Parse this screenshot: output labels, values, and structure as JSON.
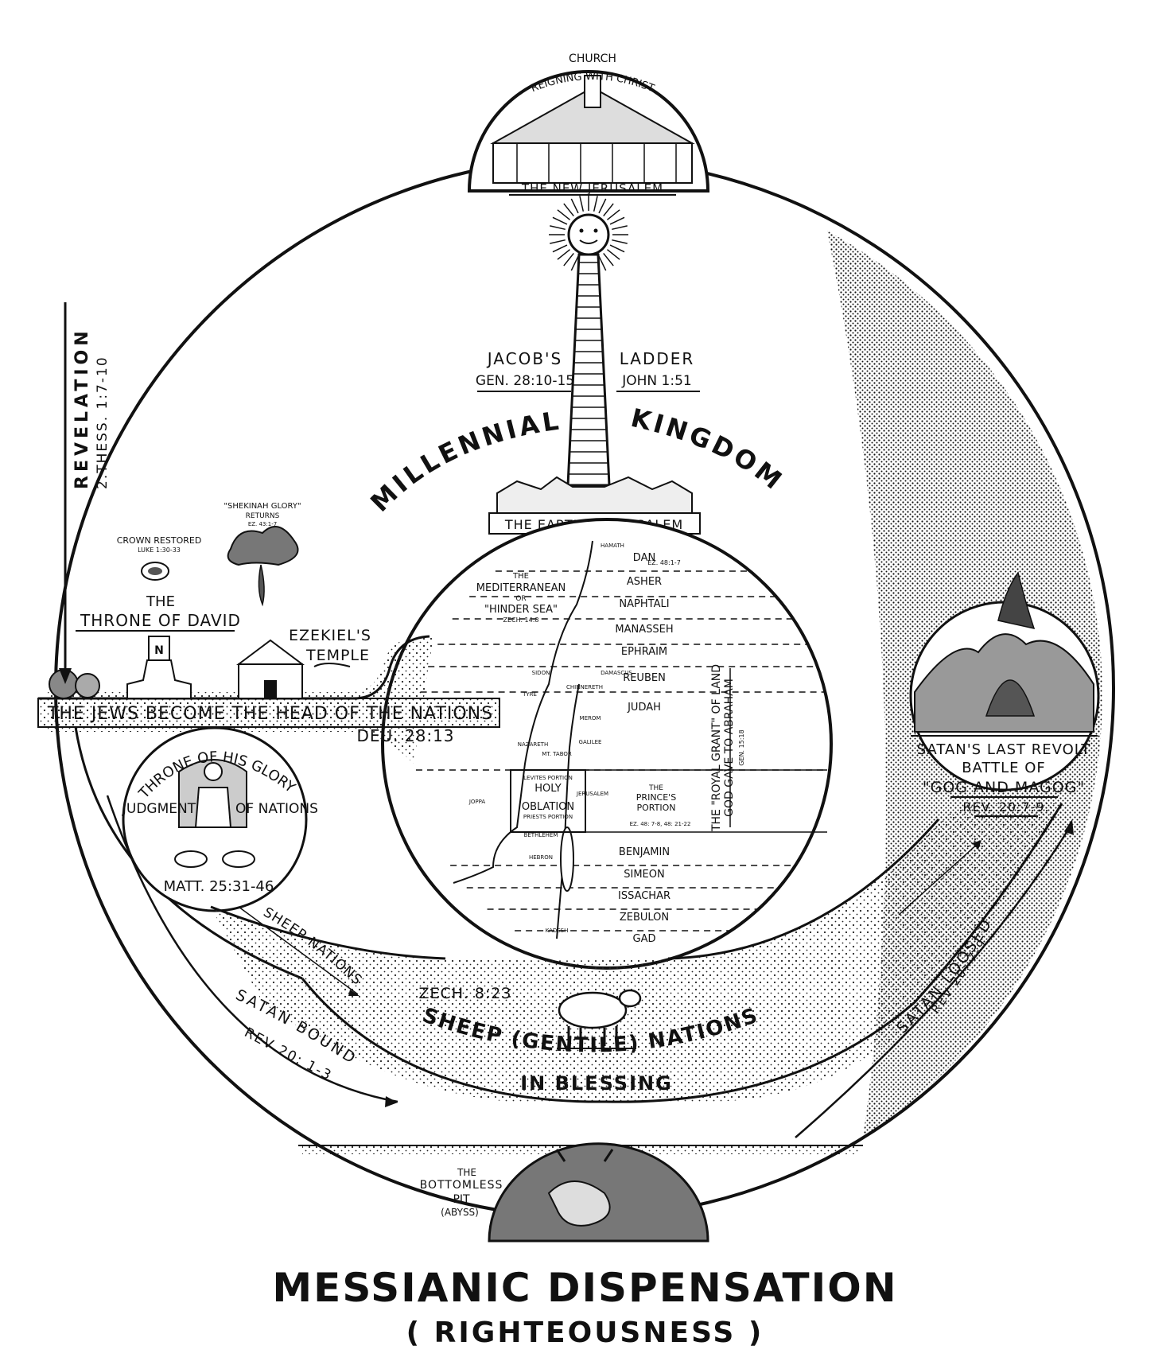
{
  "title": "MESSIANIC DISPENSATION",
  "subtitle": "( RIGHTEOUSNESS )",
  "top_dome": {
    "line1": "CHURCH",
    "line2": "REIGNING WITH CHRIST",
    "caption": "THE NEW JERUSALEM"
  },
  "ladder": {
    "left_word": "JACOB'S",
    "right_word": "LADDER",
    "left_ref": "GEN. 28:10-15",
    "right_ref": "JOHN 1:51"
  },
  "kingdom": {
    "word1": "MILLENNIAL",
    "word2": "KINGDOM",
    "earthly_jerusalem": "THE EARTHLY JERUSALEM"
  },
  "revelation": {
    "label": "REVELATION",
    "ref": "2.THESS. 1:7-10"
  },
  "left_platform": {
    "crown_label": "CROWN RESTORED",
    "crown_ref": "LUKE 1:30-33",
    "shekinah_label": "\"SHEKINAH GLORY\"",
    "shekinah_sub": "RETURNS",
    "shekinah_ref": "EZ. 43:1-7",
    "throne_line1": "THE",
    "throne_line2": "THRONE OF DAVID",
    "temple_line1": "EZEKIEL'S",
    "temple_line2": "TEMPLE",
    "band_text": "THE JEWS BECOME THE HEAD OF THE NATIONS",
    "band_ref": "DEU. 28:13"
  },
  "judgment": {
    "arc_text": "THRONE OF HIS GLORY",
    "left_word": "JUDGMENT",
    "right_word": "OF NATIONS",
    "ref": "MATT. 25:31-46"
  },
  "map": {
    "sea_line1": "THE",
    "sea_line2": "MEDITERRANEAN",
    "sea_line3": "OR",
    "sea_line4": "\"HINDER SEA\"",
    "sea_ref": "ZECH. 14:8",
    "tribes": [
      "DAN",
      "ASHER",
      "NAPHTALI",
      "MANASSEH",
      "EPHRAIM",
      "REUBEN",
      "JUDAH",
      "BENJAMIN",
      "SIMEON",
      "ISSACHAR",
      "ZEBULON",
      "GAD"
    ],
    "dan_ref": "EZ. 48:1-7",
    "holy_line1": "LEVITES PORTION",
    "holy_line2": "HOLY",
    "holy_line3": "OBLATION",
    "holy_line4": "PRIESTS PORTION",
    "prince_line1": "THE",
    "prince_line2": "PRINCE'S",
    "prince_line3": "PORTION",
    "prince_ref": "EZ. 48: 7-8, 48: 21-22",
    "places": [
      "HAMATH",
      "SIDON",
      "TYRE",
      "DAMASCUS",
      "CHINNERETH",
      "MEROM",
      "GALILEE",
      "NAZARETH",
      "MT. TABOR",
      "JOPPA",
      "JERUSALEM",
      "BETHLEHEM",
      "HEBRON",
      "KADESH"
    ],
    "grant_line1": "THE \"ROYAL GRANT\" OF LAND",
    "grant_line2": "GOD GAVE TO ABRAHAM",
    "grant_ref": "GEN. 15:18"
  },
  "satan_revolt": {
    "line1": "SATAN'S LAST REVOLT",
    "line2": "BATTLE OF",
    "line3": "\"GOG AND MAGOG\"",
    "ref": "REV. 20:7-9"
  },
  "sheep": {
    "path_label": "SHEEP NATIONS",
    "ref": "ZECH. 8:23",
    "banner": "\"SHEEP (GENTILE) NATIONS\"",
    "banner2": "IN BLESSING"
  },
  "satan_bound": {
    "label": "SATAN BOUND",
    "ref": "REV 20: 1-3"
  },
  "satan_loosed": {
    "label": "SATAN LOOSED",
    "ref": "REV 20: 7-9"
  },
  "pit": {
    "line1": "THE",
    "line2": "BOTTOMLESS",
    "line3": "PIT",
    "line4": "(ABYSS)"
  }
}
